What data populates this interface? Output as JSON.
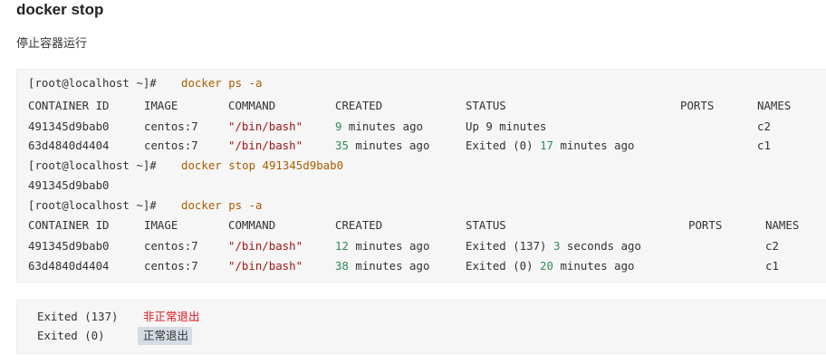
{
  "title": "docker stop",
  "description": "停止容器运行",
  "terminal": {
    "line1": {
      "prompt": "[root@localhost ~]# ",
      "cmd": "docker ps -a"
    },
    "header1": {
      "id": "CONTAINER ID",
      "image": "IMAGE",
      "command": "COMMAND",
      "created": "CREATED",
      "status": "STATUS",
      "ports": "PORTS",
      "names": "NAMES"
    },
    "rows1": [
      {
        "id": "491345d9bab0",
        "image": "centos:7",
        "command": "\"/bin/bash\"",
        "created_num": "9",
        "created_text": " minutes ago",
        "status_pre": "Up 9 minutes",
        "status_num": "",
        "status_post": "",
        "names": "c2"
      },
      {
        "id": "63d4840d4404",
        "image": "centos:7",
        "command": "\"/bin/bash\"",
        "created_num": "35",
        "created_text": " minutes ago",
        "status_pre": "Exited (0) ",
        "status_num": "17",
        "status_post": " minutes ago",
        "names": "c1"
      }
    ],
    "line2": {
      "prompt": "[root@localhost ~]# ",
      "cmd": "docker stop 491345d9bab0"
    },
    "output": "491345d9bab0",
    "line3": {
      "prompt": "[root@localhost ~]# ",
      "cmd": "docker ps -a"
    },
    "header2": {
      "id": "CONTAINER ID",
      "image": "IMAGE",
      "command": "COMMAND",
      "created": "CREATED",
      "status": "STATUS",
      "ports": "PORTS",
      "names": "NAMES"
    },
    "rows2": [
      {
        "id": "491345d9bab0",
        "image": "centos:7",
        "command": "\"/bin/bash\"",
        "created_num": "12",
        "created_text": " minutes ago",
        "status_pre": "Exited (137) ",
        "status_num": "3",
        "status_post": " seconds ago",
        "names": "c2"
      },
      {
        "id": "63d4840d4404",
        "image": "centos:7",
        "command": "\"/bin/bash\"",
        "created_num": "38",
        "created_text": " minutes ago",
        "status_pre": "Exited (0) ",
        "status_num": "20",
        "status_post": " minutes ago",
        "names": "c1"
      }
    ]
  },
  "legend": {
    "abnormal": {
      "code": "Exited (137)",
      "label": "非正常退出"
    },
    "normal": {
      "code": "Exited (0)",
      "label": "正常退出"
    }
  },
  "colors": {
    "command": "#aa5d00",
    "string": "#a31515",
    "number": "#2e8b57",
    "warning": "#e0161d",
    "highlight": "#d6dce5"
  }
}
